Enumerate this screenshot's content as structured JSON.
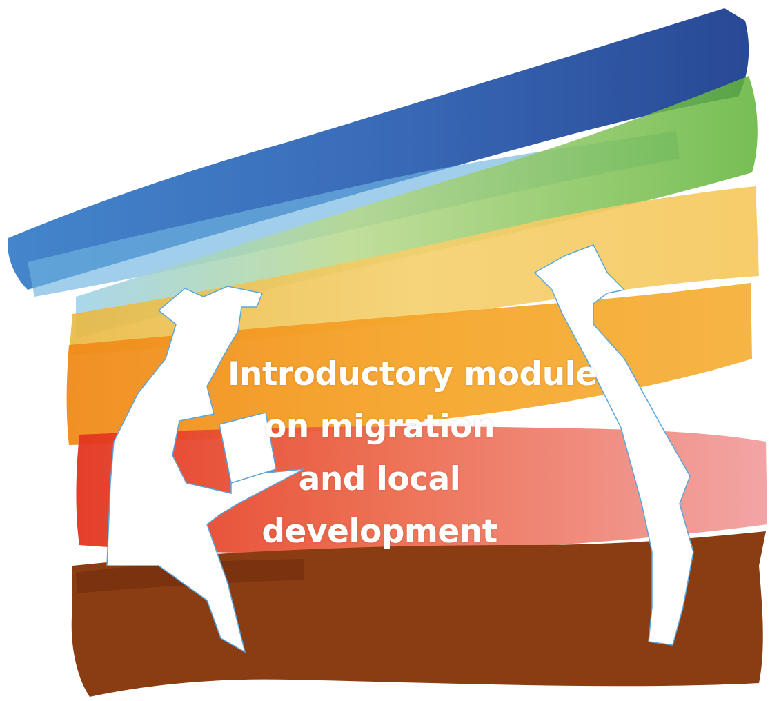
{
  "title": {
    "lines": [
      "Introductory module",
      "on migration",
      "and local",
      "development"
    ]
  },
  "colors": {
    "blue": "#2f63b5",
    "light_blue": "#5aa6dc",
    "green": "#6cb43a",
    "yellow": "#f2c24a",
    "orange": "#f29a1e",
    "red": "#e5422a",
    "pink": "#ef8a86",
    "brown": "#8a3d12",
    "figure": "#ffffff",
    "figure_outline": "#5aa6dc",
    "text": "#ffffff"
  },
  "icons": [
    "person-with-cap-reading-figure",
    "person-with-cap-bowing-figure"
  ]
}
